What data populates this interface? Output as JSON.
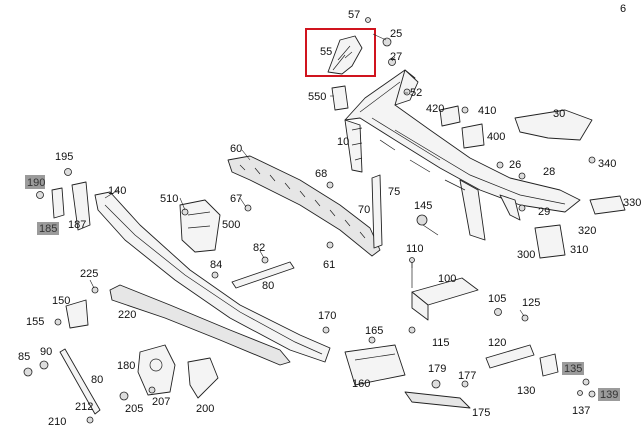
{
  "diagram": {
    "corner_mark": "6",
    "highlighted_part": "55",
    "colors": {
      "highlight_box": "#d0141e",
      "reference_box": "#9b9b9b",
      "line": "#222222"
    },
    "labels": {
      "l57": "57",
      "l25": "25",
      "l55": "55",
      "l27": "27",
      "l52": "52",
      "l550": "550",
      "l420": "420",
      "l410": "410",
      "l30": "30",
      "l400": "400",
      "l10": "10",
      "l60": "60",
      "l195": "195",
      "l190": "190",
      "l185": "185",
      "l187": "187",
      "l140": "140",
      "l68": "68",
      "l75": "75",
      "l26": "26",
      "l28": "28",
      "l340": "340",
      "l330": "330",
      "l29": "29",
      "l510": "510",
      "l67": "67",
      "l500": "500",
      "l70": "70",
      "l145": "145",
      "l320": "320",
      "l310": "310",
      "l300": "300",
      "l82": "82",
      "l84": "84",
      "l61": "61",
      "l80a": "80",
      "l110": "110",
      "l225": "225",
      "l100": "100",
      "l150": "150",
      "l105": "105",
      "l125": "125",
      "l155": "155",
      "l220": "220",
      "l170": "170",
      "l165": "165",
      "l115": "115",
      "l85": "85",
      "l90": "90",
      "l180": "180",
      "l120": "120",
      "l160": "160",
      "l80b": "80",
      "l179": "179",
      "l177": "177",
      "l130": "130",
      "l135": "135",
      "l139": "139",
      "l212": "212",
      "l205": "205",
      "l207": "207",
      "l200": "200",
      "l137": "137",
      "l210": "210",
      "l175": "175"
    }
  }
}
